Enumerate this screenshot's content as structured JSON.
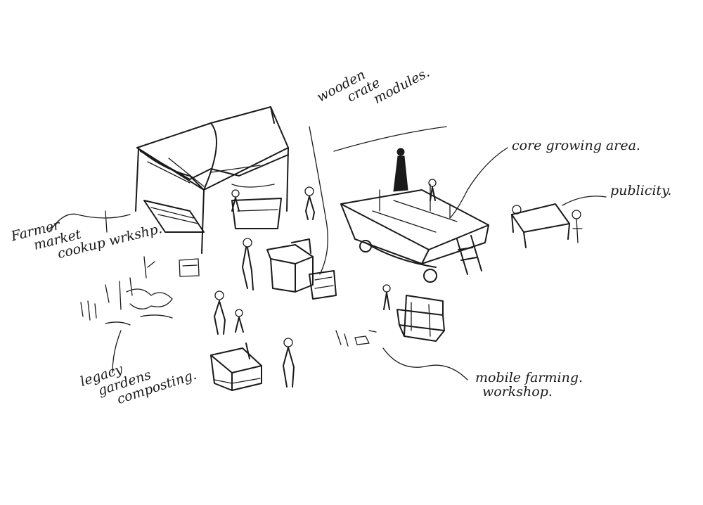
{
  "labels": {
    "wooden_crate_modules": [
      "wooden",
      "crate",
      "modules."
    ],
    "core_growing_area": "core growing area.",
    "publicity": "publicity.",
    "farmers_market": [
      "Farmer",
      "market",
      "cookup wrkshp."
    ],
    "legacy_gardens": [
      "legacy",
      "gardens",
      "composting."
    ],
    "mobile_farming": [
      "mobile farming.",
      "workshop."
    ]
  },
  "colors": {
    "ink": "#1a1a1a",
    "paper": "#ffffff"
  }
}
